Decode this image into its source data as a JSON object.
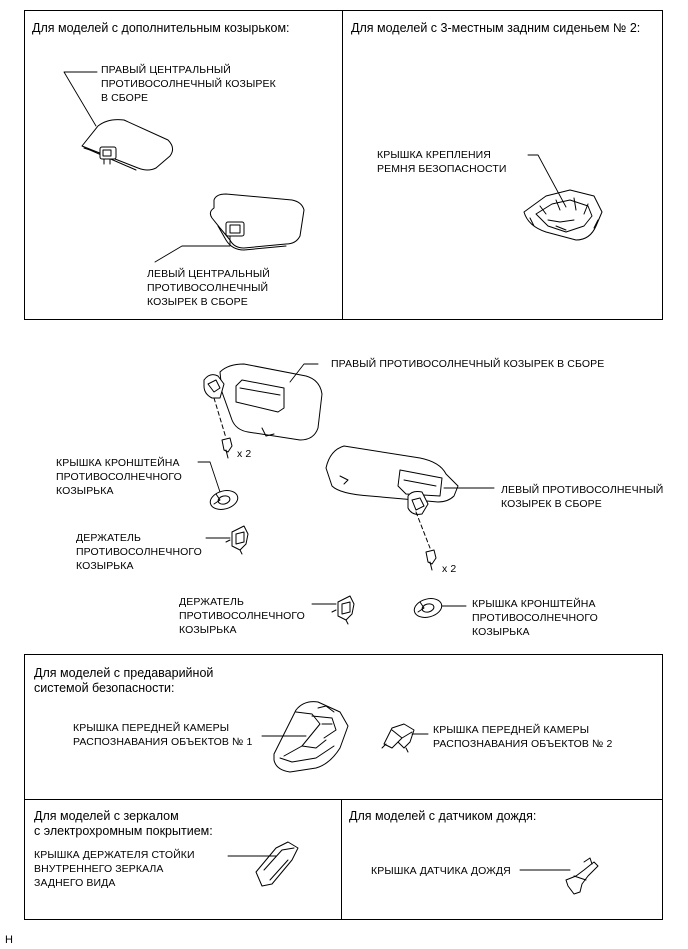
{
  "top_left_panel": {
    "title": "Для моделей с дополнительным козырьком:",
    "label_right_center_visor": "ПРАВЫЙ ЦЕНТРАЛЬНЫЙ\nПРОТИВОСОЛНЕЧНЫЙ КОЗЫРЕК\nВ СБОРЕ",
    "label_left_center_visor": "ЛЕВЫЙ ЦЕНТРАЛЬНЫЙ\nПРОТИВОСОЛНЕЧНЫЙ\nКОЗЫРЕК В СБОРЕ"
  },
  "top_right_panel": {
    "title": "Для моделей с 3-местным задним сиденьем № 2:",
    "label_belt_cover": "КРЫШКА КРЕПЛЕНИЯ\nРЕМНЯ БЕЗОПАСНОСТИ"
  },
  "main": {
    "label_right_visor": "ПРАВЫЙ ПРОТИВОСОЛНЕЧНЫЙ КОЗЫРЕК В СБОРЕ",
    "label_left_visor": "ЛЕВЫЙ ПРОТИВОСОЛНЕЧНЫЙ\nКОЗЫРЕК В СБОРЕ",
    "qty_screws_right": "x 2",
    "qty_screws_left": "x 2",
    "label_bracket_cover_left": "КРЫШКА КРОНШТЕЙНА\nПРОТИВОСОЛНЕЧНОГО\nКОЗЫРЬКА",
    "label_holder_left": "ДЕРЖАТЕЛЬ\nПРОТИВОСОЛНЕЧНОГО\nКОЗЫРЬКА",
    "label_holder_bottom": "ДЕРЖАТЕЛЬ\nПРОТИВОСОЛНЕЧНОГО\nКОЗЫРЬКА",
    "label_bracket_cover_right": "КРЫШКА КРОНШТЕЙНА\nПРОТИВОСОЛНЕЧНОГО\nКОЗЫРЬКА"
  },
  "precrash_panel": {
    "title": "Для моделей с предаварийной\nсистемой безопасности:",
    "label_camera_cover_1": "КРЫШКА ПЕРЕДНЕЙ КАМЕРЫ\nРАСПОЗНАВАНИЯ ОБЪЕКТОВ № 1",
    "label_camera_cover_2": "КРЫШКА ПЕРЕДНЕЙ КАМЕРЫ\nРАСПОЗНАВАНИЯ ОБЪЕКТОВ № 2"
  },
  "mirror_panel": {
    "title": "Для моделей с зеркалом\nс электрохромным покрытием:",
    "label_mirror_stay_cover": "КРЫШКА ДЕРЖАТЕЛЯ СТОЙКИ\nВНУТРЕННЕГО ЗЕРКАЛА\nЗАДНЕГО ВИДА"
  },
  "rain_panel": {
    "title": "Для моделей с датчиком дождя:",
    "label_rain_sensor_cover": "КРЫШКА ДАТЧИКА ДОЖДЯ"
  },
  "footer_code": "H"
}
